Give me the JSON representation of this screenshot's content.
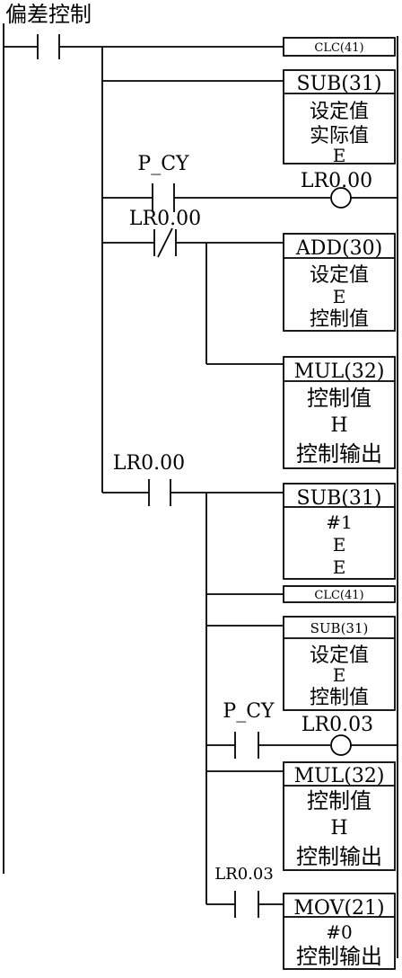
{
  "title": "偏差控制",
  "contacts": {
    "c1": "P_CY",
    "c2": "LR0.00",
    "c3": "LR0.00",
    "c4": "P_CY",
    "c5": "LR0.03"
  },
  "coils": {
    "o1": "LR0.00",
    "o2": "LR0.03"
  },
  "blocks": {
    "clc1": {
      "name": "CLC(41)"
    },
    "sub1": {
      "name": "SUB(31)",
      "ops": [
        "设定值",
        "实际值",
        "E"
      ]
    },
    "add1": {
      "name": "ADD(30)",
      "ops": [
        "设定值",
        "E",
        "控制值"
      ]
    },
    "mul1": {
      "name": "MUL(32)",
      "ops": [
        "控制值",
        "H",
        "控制输出"
      ]
    },
    "sub2": {
      "name": "SUB(31)",
      "ops": [
        "#1",
        "E",
        "E"
      ]
    },
    "clc2": {
      "name": "CLC(41)"
    },
    "sub3": {
      "name": "SUB(31)",
      "ops": [
        "设定值",
        "E",
        "控制值"
      ]
    },
    "mul2": {
      "name": "MUL(32)",
      "ops": [
        "控制值",
        "H",
        "控制输出"
      ]
    },
    "mov1": {
      "name": "MOV(21)",
      "ops": [
        "#0",
        "控制输出"
      ]
    }
  }
}
